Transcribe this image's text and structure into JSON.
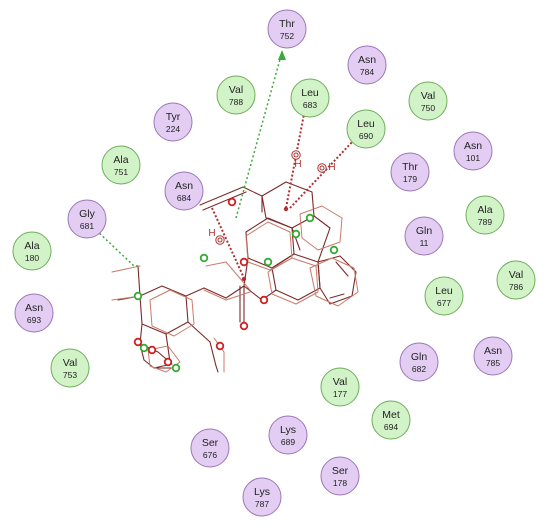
{
  "diagram": {
    "colors": {
      "polar_residue_fill": "#e3cdf3",
      "polar_residue_stroke": "#9a78b6",
      "hydrophobic_residue_fill": "#d2f2c8",
      "hydrophobic_residue_stroke": "#6fae5c",
      "ligand_bond_dark": "#7a2a2a",
      "ligand_bond_light": "#c97a6a",
      "h_bond": "#3aaa3a",
      "pi_interaction": "#b03030",
      "oxygen_atom": "#cc2222",
      "carbon_marker": "#33aa33"
    },
    "residues": [
      {
        "id": "thr752",
        "name": "Thr",
        "number": "752",
        "type": "polar"
      },
      {
        "id": "asn784",
        "name": "Asn",
        "number": "784",
        "type": "polar"
      },
      {
        "id": "val788",
        "name": "Val",
        "number": "788",
        "type": "hydrophobic"
      },
      {
        "id": "leu683",
        "name": "Leu",
        "number": "683",
        "type": "hydrophobic"
      },
      {
        "id": "val750",
        "name": "Val",
        "number": "750",
        "type": "hydrophobic"
      },
      {
        "id": "tyr224",
        "name": "Tyr",
        "number": "224",
        "type": "polar"
      },
      {
        "id": "leu690",
        "name": "Leu",
        "number": "690",
        "type": "hydrophobic"
      },
      {
        "id": "asn101",
        "name": "Asn",
        "number": "101",
        "type": "polar"
      },
      {
        "id": "ala751",
        "name": "Ala",
        "number": "751",
        "type": "hydrophobic"
      },
      {
        "id": "thr179",
        "name": "Thr",
        "number": "179",
        "type": "polar"
      },
      {
        "id": "asn684",
        "name": "Asn",
        "number": "684",
        "type": "polar"
      },
      {
        "id": "ala789",
        "name": "Ala",
        "number": "789",
        "type": "hydrophobic"
      },
      {
        "id": "gly681",
        "name": "Gly",
        "number": "681",
        "type": "polar"
      },
      {
        "id": "gln11",
        "name": "Gln",
        "number": "11",
        "type": "polar"
      },
      {
        "id": "ala180",
        "name": "Ala",
        "number": "180",
        "type": "hydrophobic"
      },
      {
        "id": "val786",
        "name": "Val",
        "number": "786",
        "type": "hydrophobic"
      },
      {
        "id": "leu677",
        "name": "Leu",
        "number": "677",
        "type": "hydrophobic"
      },
      {
        "id": "asn693",
        "name": "Asn",
        "number": "693",
        "type": "polar"
      },
      {
        "id": "asn785",
        "name": "Asn",
        "number": "785",
        "type": "polar"
      },
      {
        "id": "gln682",
        "name": "Gln",
        "number": "682",
        "type": "polar"
      },
      {
        "id": "val753",
        "name": "Val",
        "number": "753",
        "type": "hydrophobic"
      },
      {
        "id": "val177",
        "name": "Val",
        "number": "177",
        "type": "hydrophobic"
      },
      {
        "id": "met694",
        "name": "Met",
        "number": "694",
        "type": "hydrophobic"
      },
      {
        "id": "lys689",
        "name": "Lys",
        "number": "689",
        "type": "polar"
      },
      {
        "id": "ser676",
        "name": "Ser",
        "number": "676",
        "type": "polar"
      },
      {
        "id": "ser178",
        "name": "Ser",
        "number": "178",
        "type": "polar"
      },
      {
        "id": "lys787",
        "name": "Lys",
        "number": "787",
        "type": "polar"
      }
    ],
    "interactions": [
      {
        "target": "thr752",
        "kind": "hydrogen-bond"
      },
      {
        "target": "gly681",
        "kind": "hydrogen-bond"
      },
      {
        "target": "leu683",
        "kind": "pi-interaction",
        "label": "H"
      },
      {
        "target": "leu690",
        "kind": "pi-interaction",
        "label": "H"
      },
      {
        "target": "asn684",
        "kind": "pi-interaction",
        "label": "H"
      }
    ]
  }
}
